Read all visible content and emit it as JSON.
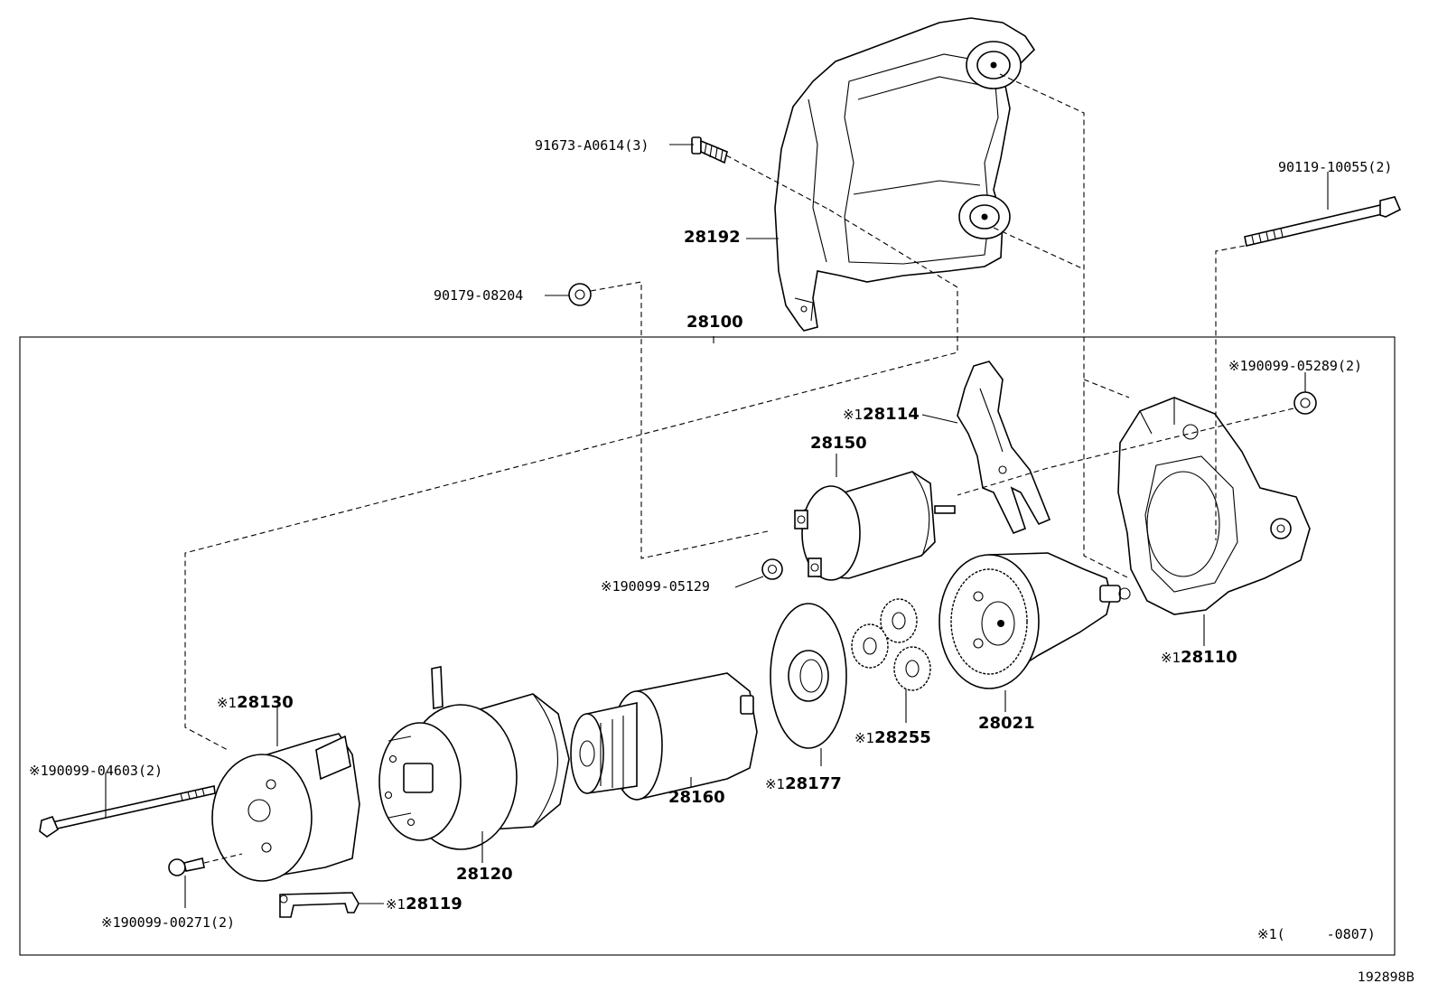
{
  "labels": {
    "p91673": "91673-A0614(3)",
    "p28192": "28192",
    "p90119": "90119-10055(2)",
    "p90179": "90179-08204",
    "p28100": "28100",
    "p90099_05289": "90099-05289(2)",
    "p28114": "28114",
    "p28150": "28150",
    "p90099_05129": "90099-05129",
    "p28110": "28110",
    "p28130": "28130",
    "p28021": "28021",
    "p28255": "28255",
    "p90099_04603": "90099-04603(2)",
    "p28177": "28177",
    "p28160": "28160",
    "p28120": "28120",
    "p28119": "28119",
    "p90099_00271": "90099-00271(2)",
    "note": "-0807)",
    "diagram_id": "192898B"
  },
  "marks": {
    "ref": "※1",
    "ref_open": "※1("
  }
}
